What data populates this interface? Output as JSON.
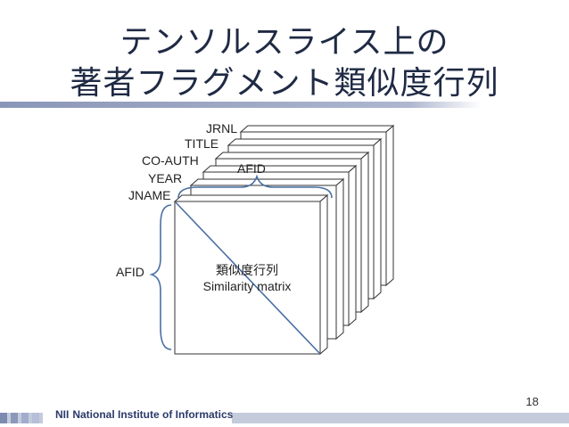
{
  "slide": {
    "title_line1": "テンソルスライス上の",
    "title_line2": "著者フラグメント類似度行列",
    "page_number": "18"
  },
  "diagram": {
    "slice_labels": [
      "JRNL",
      "TITLE",
      "CO-AUTH",
      "YEAR",
      "JNAME"
    ],
    "top_brace_label": "AFID",
    "left_brace_label": "AFID",
    "matrix_label_jp": "類似度行列",
    "matrix_label_en": "Similarity matrix"
  },
  "footer": {
    "org_logo": "NII",
    "org_name": "National Institute of Informatics"
  },
  "colors": {
    "title": "#1f2a44",
    "rule": "#8a96b8",
    "diagonal": "#4a6fa5",
    "footer_band": "#c4ccdc"
  }
}
